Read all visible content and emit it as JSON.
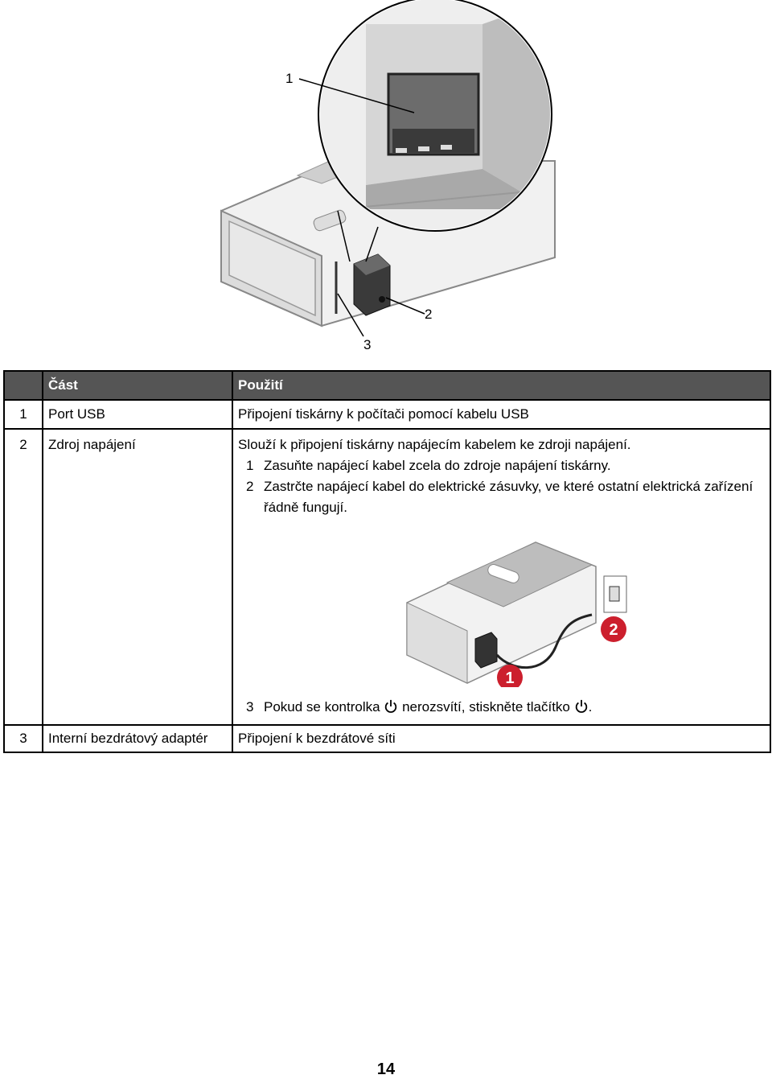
{
  "figure_top": {
    "callouts": [
      "1",
      "2",
      "3"
    ]
  },
  "table": {
    "headers": [
      "",
      "Část",
      "Použití"
    ],
    "rows": [
      {
        "num": "1",
        "part": "Port USB",
        "usage": "Připojení tiskárny k počítači pomocí kabelu USB"
      },
      {
        "num": "2",
        "part": "Zdroj napájení",
        "usage": "Slouží k připojení tiskárny napájecím kabelem ke zdroji napájení.",
        "steps": [
          {
            "n": "1",
            "text": "Zasuňte napájecí kabel zcela do zdroje napájení tiskárny."
          },
          {
            "n": "2",
            "text": "Zastrčte napájecí kabel do elektrické zásuvky, ve které ostatní elektrická zařízení řádně fungují."
          }
        ],
        "figure_callouts": [
          "1",
          "2"
        ],
        "step3": {
          "n": "3",
          "before": "Pokud se kontrolka",
          "middle": "nerozsvítí, stiskněte tlačítko",
          "after": "."
        }
      },
      {
        "num": "3",
        "part": "Interní bezdrátový adaptér",
        "usage": "Připojení k bezdrátové síti"
      }
    ]
  },
  "page_number": "14",
  "colors": {
    "header_bg": "#555555",
    "callout_red": "#cc1f2d"
  }
}
